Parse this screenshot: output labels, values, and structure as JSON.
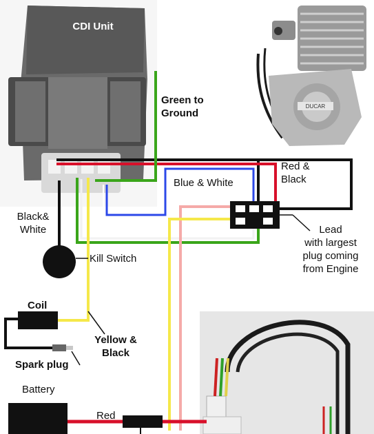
{
  "cdi": {
    "title": "CDI Unit"
  },
  "labels": {
    "green_ground": [
      "Green to",
      "Ground"
    ],
    "red_black": [
      "Red &",
      "Black"
    ],
    "blue_white": "Blue & White",
    "black_white": [
      "Black&",
      "White"
    ],
    "kill_switch": "Kill  Switch",
    "lead": [
      "Lead",
      "with largest",
      "plug coming",
      "from  Engine"
    ],
    "coil": "Coil",
    "yellow_black": [
      "Yellow &",
      "Black"
    ],
    "spark_plug": "Spark plug",
    "battery": "Battery",
    "red": "Red"
  },
  "engine": {
    "brand_plate": "DUCAR"
  },
  "colors": {
    "red": "#d8102a",
    "black": "#111111",
    "green": "#3aa51a",
    "blue": "#2c48e8",
    "yellow": "#f5e84a",
    "pink": "#f5aaa8",
    "cdi_body": "#5f5f5f"
  }
}
